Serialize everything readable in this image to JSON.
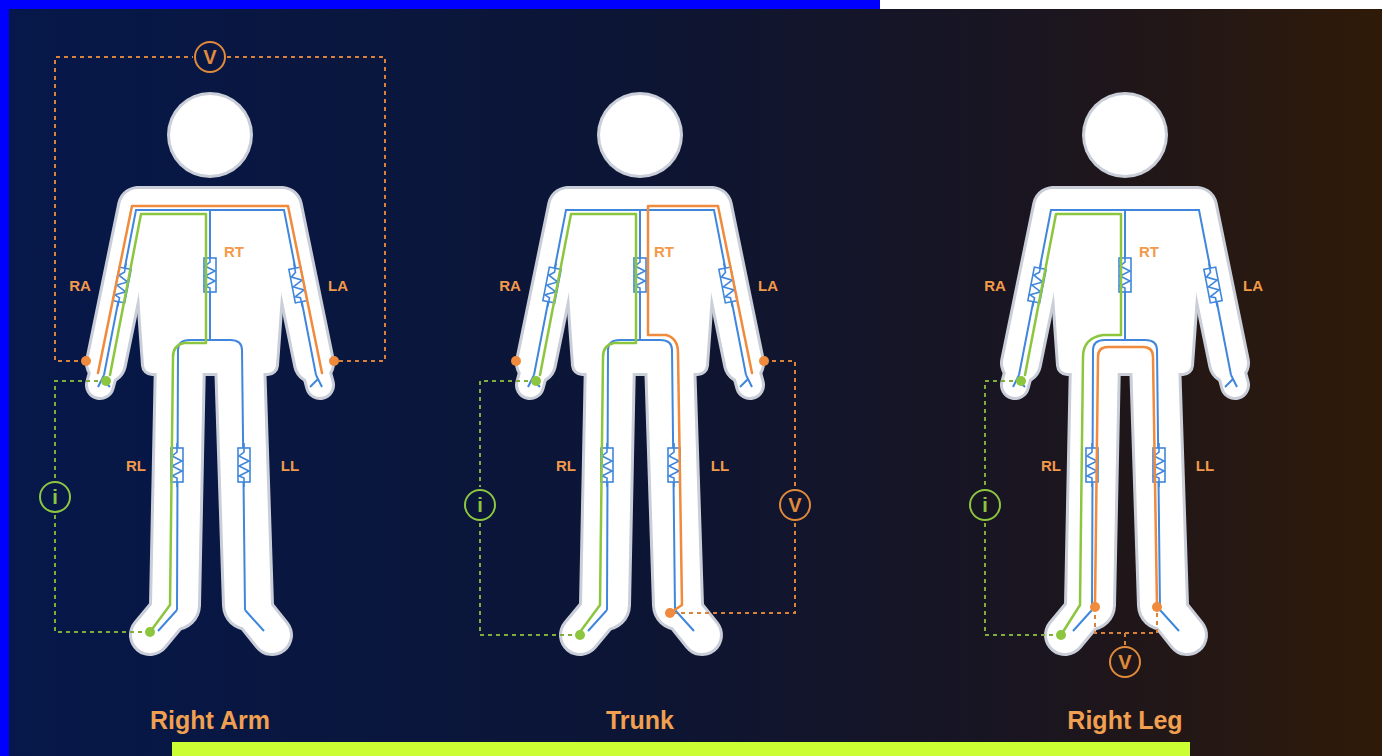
{
  "diagram": {
    "nodes": [
      {
        "text": [
          "V"
        ]
      },
      {
        "text": [
          "i"
        ]
      },
      {
        "text": [
          "i"
        ]
      },
      {
        "text": [
          "V"
        ]
      },
      {
        "text": [
          "i"
        ]
      },
      {
        "text": [
          "V"
        ]
      }
    ],
    "labels": [
      "RA",
      "RT",
      "LA",
      "RL",
      "LL",
      "Right Arm",
      "RA",
      "RT",
      "LA",
      "RL",
      "LL",
      "Trunk",
      "RA",
      "RT",
      "LA",
      "RL",
      "LL",
      "Right Leg"
    ]
  }
}
